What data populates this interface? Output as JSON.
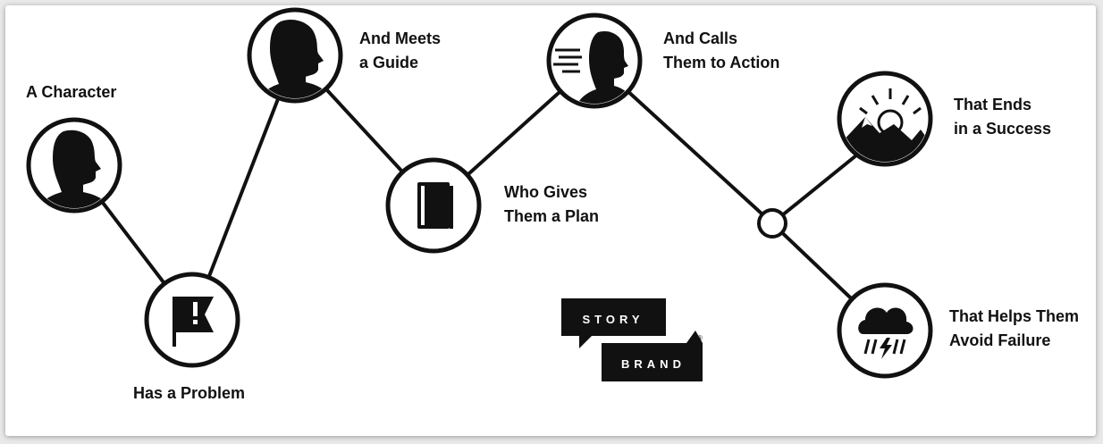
{
  "steps": [
    {
      "id": "character",
      "lines": [
        "A Character",
        ""
      ],
      "icon": "person-silhouette-icon"
    },
    {
      "id": "problem",
      "lines": [
        "Has a Problem",
        ""
      ],
      "icon": "flag-exclamation-icon"
    },
    {
      "id": "guide",
      "lines": [
        "And Meets",
        "a Guide"
      ],
      "icon": "guide-silhouette-icon"
    },
    {
      "id": "plan",
      "lines": [
        "Who Gives",
        "Them a Plan"
      ],
      "icon": "book-icon"
    },
    {
      "id": "action",
      "lines": [
        "And Calls",
        "Them to Action"
      ],
      "icon": "speaking-person-icon"
    },
    {
      "id": "success",
      "lines": [
        "That Ends",
        "in a Success"
      ],
      "icon": "sunrise-mountains-icon"
    },
    {
      "id": "failure",
      "lines": [
        "That Helps Them",
        "Avoid Failure"
      ],
      "icon": "storm-cloud-icon"
    }
  ],
  "logo": {
    "line1": "STORY",
    "line2": "BRAND",
    "mark": "®"
  },
  "colors": {
    "ink": "#111111",
    "background": "#ffffff"
  }
}
